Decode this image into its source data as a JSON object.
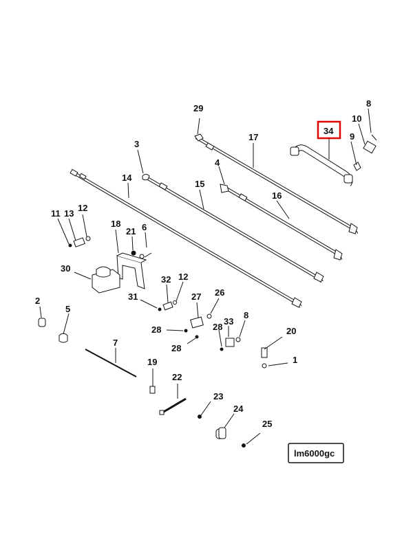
{
  "diagram": {
    "drawing_ref": "lm6000gc",
    "highlighted_part": "34",
    "highlight_color": "#e00000",
    "line_color": "#111111",
    "labels": {
      "p1": "1",
      "p2": "2",
      "p3": "3",
      "p4": "4",
      "p5": "5",
      "p6": "6",
      "p7": "7",
      "p8a": "8",
      "p8b": "8",
      "p9": "9",
      "p10": "10",
      "p11": "11",
      "p12a": "12",
      "p12b": "12",
      "p13": "13",
      "p14": "14",
      "p15": "15",
      "p16": "16",
      "p17": "17",
      "p18": "18",
      "p19": "19",
      "p20": "20",
      "p21": "21",
      "p22": "22",
      "p23": "23",
      "p24": "24",
      "p25": "25",
      "p26": "26",
      "p27": "27",
      "p28a": "28",
      "p28b": "28",
      "p28c": "28",
      "p29": "29",
      "p30": "30",
      "p31": "31",
      "p32": "32",
      "p33": "33",
      "p34": "34"
    }
  }
}
